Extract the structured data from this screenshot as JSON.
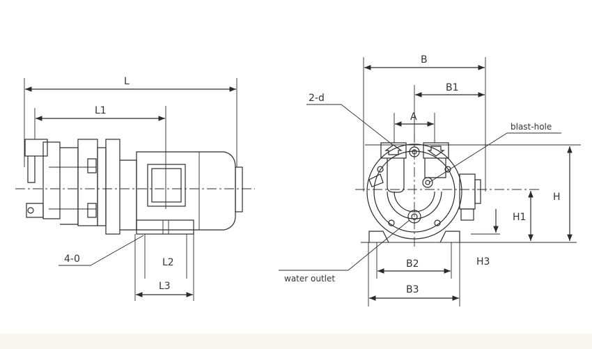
{
  "side_view": {
    "labels": {
      "L": "L",
      "L1": "L1",
      "L2": "L2",
      "L3": "L3",
      "feet": "4-0"
    }
  },
  "front_view": {
    "labels": {
      "B": "B",
      "B1": "B1",
      "B2": "B2",
      "B3": "B3",
      "A": "A",
      "H": "H",
      "H1": "H1",
      "H3": "H3",
      "ports": "2-d",
      "blast_hole": "blast-hole",
      "water_outlet": "water outlet"
    }
  }
}
